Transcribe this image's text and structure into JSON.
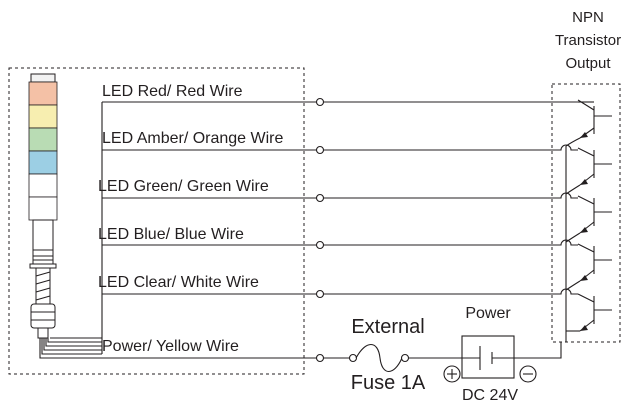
{
  "output_title": [
    "NPN",
    "Transistor",
    "Output"
  ],
  "wires": [
    {
      "label": "LED Red/ Red Wire",
      "color": "#f4c1a6"
    },
    {
      "label": "LED Amber/ Orange Wire",
      "color": "#f7eeb0"
    },
    {
      "label": "LED Green/ Green Wire",
      "color": "#b9dcb4"
    },
    {
      "label": "LED Blue/ Blue Wire",
      "color": "#9ccfe4"
    },
    {
      "label": "LED Clear/ White Wire",
      "color": "#ffffff"
    }
  ],
  "power_wire": "Power/ Yellow Wire",
  "external_label": "External",
  "fuse_label": "Fuse 1A",
  "power_label": "Power",
  "voltage_label": "DC 24V",
  "plus_symbol": "+",
  "minus_symbol": "−"
}
